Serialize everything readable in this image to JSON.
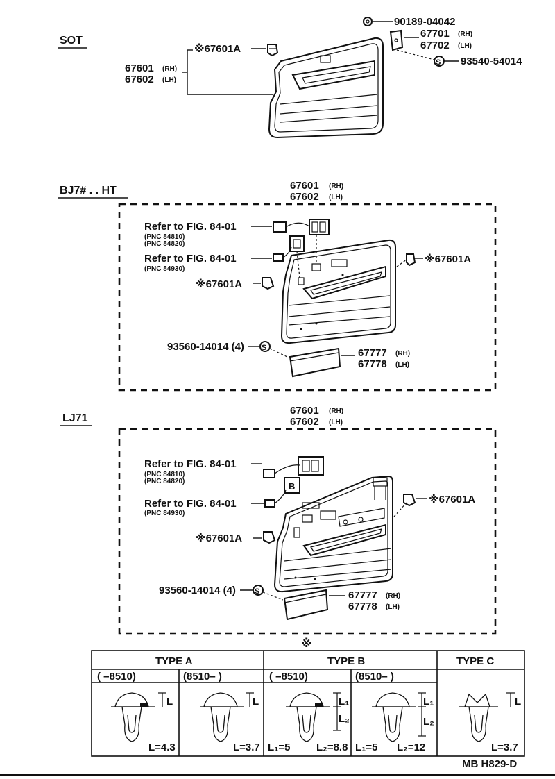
{
  "sections": {
    "sot": "SOT",
    "bj": "BJ7# . . HT",
    "lj": "LJ71"
  },
  "sot": {
    "p1": "90189-04042",
    "p2a": "67701",
    "p2a_s": "(RH)",
    "p2b": "67702",
    "p2b_s": "(LH)",
    "p3": "93540-54014",
    "p4": "※67601A",
    "p5a": "67601",
    "p5a_s": "(RH)",
    "p5b": "67602",
    "p5b_s": "(LH)"
  },
  "bj": {
    "top_a": "67601",
    "top_a_s": "(RH)",
    "top_b": "67602",
    "top_b_s": "(LH)",
    "ref1": "Refer to FIG. 84-01",
    "ref1_pnc_a": "(PNC 84810)",
    "ref1_pnc_b": "(PNC 84820)",
    "ref2": "Refer to FIG. 84-01",
    "ref2_pnc": "(PNC 84930)",
    "clip_left": "※67601A",
    "clip_right": "※67601A",
    "screw": "93560-14014 (4)",
    "pocket_a": "67777",
    "pocket_a_s": "(RH)",
    "pocket_b": "67778",
    "pocket_b_s": "(LH)"
  },
  "lj": {
    "top_a": "67601",
    "top_a_s": "(RH)",
    "top_b": "67602",
    "top_b_s": "(LH)",
    "ref1": "Refer to FIG. 84-01",
    "ref1_pnc_a": "(PNC 84810)",
    "ref1_pnc_b": "(PNC 84820)",
    "ref2": "Refer to FIG. 84-01",
    "ref2_pnc": "(PNC 84930)",
    "clip_right": "※67601A",
    "clip_left": "※67601A",
    "screw": "93560-14014 (4)",
    "pocket_a": "67777",
    "pocket_a_s": "(RH)",
    "pocket_b": "67778",
    "pocket_b_s": "(LH)"
  },
  "legend_mark": "※",
  "table": {
    "type_a": "TYPE A",
    "type_b": "TYPE B",
    "type_c": "TYPE C",
    "a1_range": "(     –8510)",
    "a2_range": "(8510–     )",
    "b1_range": "(     –8510)",
    "b2_range": "(8510–     )",
    "a1_dim": "L=4.3",
    "a2_dim": "L=3.7",
    "b1_dim1": "L₁=5",
    "b1_dim2": "L₂=8.8",
    "b2_dim1": "L₁=5",
    "b2_dim2": "L₂=12",
    "c_dim": "L=3.7",
    "l": "L",
    "l1": "L₁",
    "l2": "L₂"
  },
  "footer": "MB   H829-D"
}
